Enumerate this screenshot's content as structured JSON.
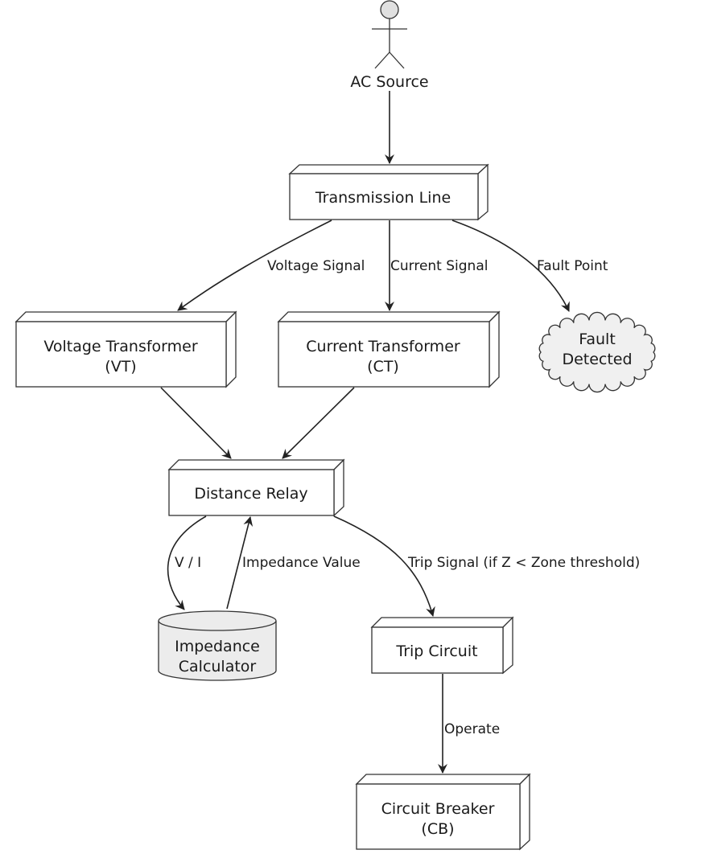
{
  "colors": {
    "line": "#222222",
    "box_fill": "#ffffff",
    "cloud_fill": "#f0f0f0",
    "database_fill": "#ececec",
    "actor_head_fill": "#e0e0e0"
  },
  "nodes": {
    "ac_source": {
      "label": "AC Source",
      "shape": "actor"
    },
    "transmission_line": {
      "label": "Transmission Line",
      "shape": "node-box"
    },
    "voltage_transformer": {
      "label_line1": "Voltage Transformer",
      "label_line2": "(VT)",
      "shape": "node-box"
    },
    "current_transformer": {
      "label_line1": "Current Transformer",
      "label_line2": "(CT)",
      "shape": "node-box"
    },
    "fault_detected": {
      "label_line1": "Fault",
      "label_line2": "Detected",
      "shape": "cloud"
    },
    "distance_relay": {
      "label": "Distance Relay",
      "shape": "node-box"
    },
    "impedance_calculator": {
      "label_line1": "Impedance",
      "label_line2": "Calculator",
      "shape": "database"
    },
    "trip_circuit": {
      "label": "Trip Circuit",
      "shape": "node-box"
    },
    "circuit_breaker": {
      "label_line1": "Circuit Breaker",
      "label_line2": "(CB)",
      "shape": "node-box"
    }
  },
  "edges": {
    "voltage_signal": "Voltage Signal",
    "current_signal": "Current Signal",
    "fault_point": "Fault Point",
    "v_over_i": "V / I",
    "impedance_value": "Impedance Value",
    "trip_signal": "Trip Signal (if Z < Zone threshold)",
    "operate": "Operate"
  }
}
